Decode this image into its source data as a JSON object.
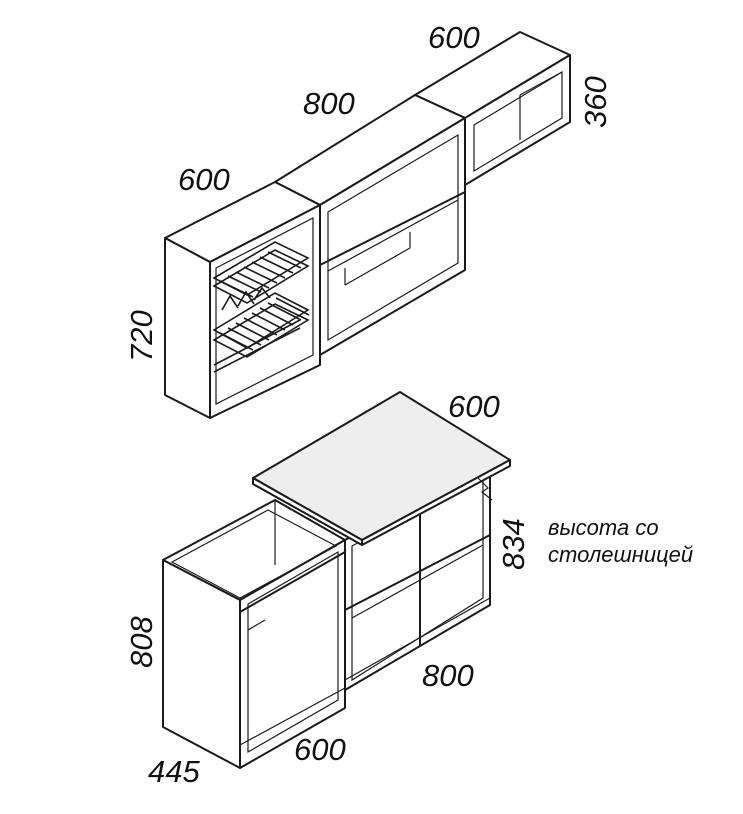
{
  "upper_modules": {
    "width_left": "600",
    "width_middle": "800",
    "width_right": "600",
    "height_right": "360",
    "height_left": "720"
  },
  "lower_modules": {
    "table_top_width": "600",
    "height_with_top": "834",
    "note_line1": "высота со",
    "note_line2": "столешницей",
    "height_cabinet": "808",
    "depth": "445",
    "width_cabinet": "600",
    "width_open_unit": "800"
  },
  "colors": {
    "line": "#1a1a1a",
    "table_top": "#eeeeee",
    "background": "#ffffff"
  }
}
